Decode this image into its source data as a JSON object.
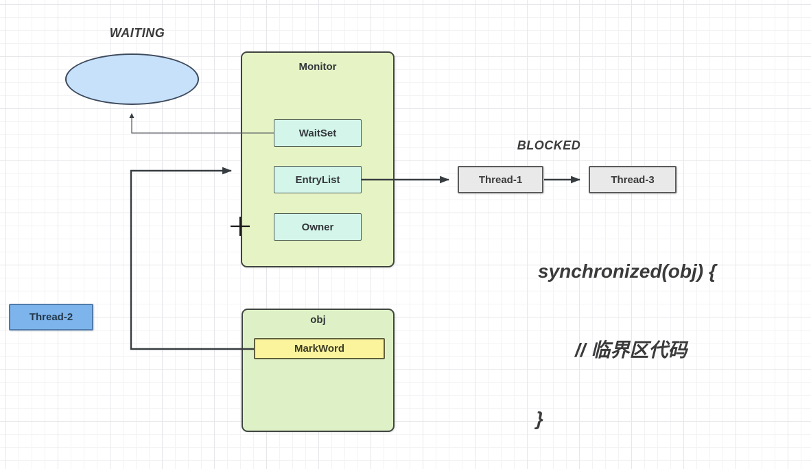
{
  "colors": {
    "canvas_bg": "#ffffff",
    "grid_minor": "#f3f3f6",
    "grid_major": "#e7e7eb",
    "ellipse_fill": "#c7e1fb",
    "ellipse_border": "#3d4a5c",
    "container_fill": "#e6f4c5",
    "obj_fill": "#def1c6",
    "container_border": "#3f4540",
    "slot_fill": "#d4f6ea",
    "slot_border": "#4c5a50",
    "thread_fill": "#e9e9e9",
    "thread_border": "#5a5a5a",
    "thread2_fill": "#7db4ec",
    "thread2_border": "#4f7bab",
    "markword_fill": "#fcf49d",
    "markword_border": "#5f5f3d",
    "connector": "#373c40",
    "connector_thin": "#5c6166",
    "text_dark": "#33373b",
    "annotation": "#3b3b3b"
  },
  "annotations": {
    "waiting": "WAITING",
    "blocked": "BLOCKED",
    "code_line1": "synchronized(obj) {",
    "code_line2": "// 临界区代码",
    "code_line3": "}"
  },
  "monitor": {
    "title": "Monitor",
    "slots": [
      {
        "label": "WaitSet"
      },
      {
        "label": "EntryList"
      },
      {
        "label": "Owner"
      }
    ]
  },
  "obj": {
    "title": "obj",
    "fields": [
      {
        "label": "MarkWord"
      }
    ]
  },
  "threads": {
    "thread1": "Thread-1",
    "thread2": "Thread-2",
    "thread3": "Thread-3"
  }
}
